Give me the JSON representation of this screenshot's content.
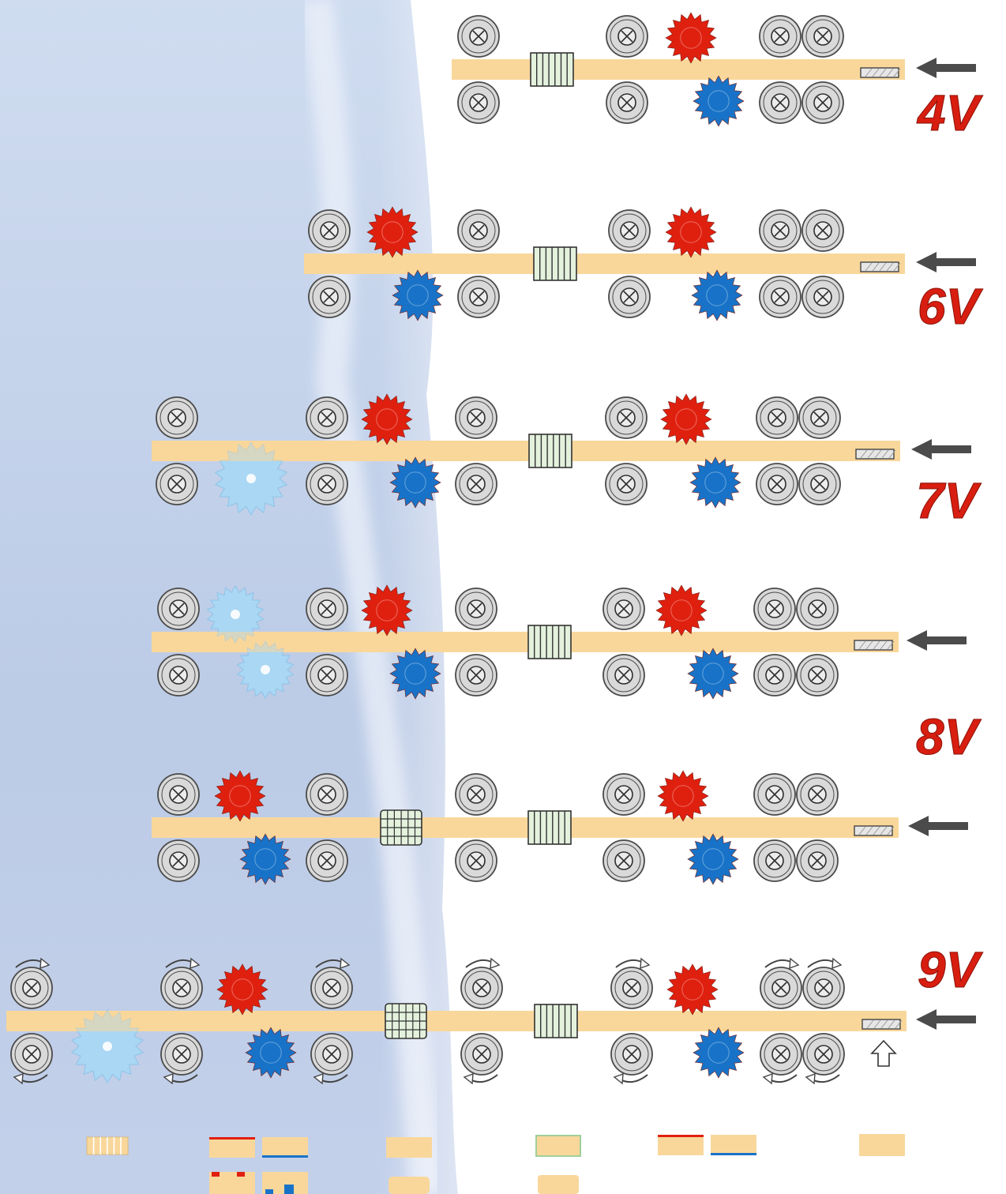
{
  "title": "",
  "colors": {
    "board": "#f9d79b",
    "roller_fill": "#d9d9da",
    "roller_stroke": "#4a4a4a",
    "top_cutter": "#e0200f",
    "bottom_cutter": "#1873c8",
    "saw": "#a9d7f4",
    "arrow": "#4b4b4b",
    "label": "#d81e10",
    "strip_red": "#e0200f",
    "strip_blue": "#1873c8",
    "sky_top": "#c9d8ef",
    "sky_bottom": "#aabfe0"
  },
  "icons": {
    "roller": "feed-roller-icon",
    "top_cutter": "top-cutter-icon",
    "bottom_cutter": "bottom-cutter-icon",
    "saw": "saw-blade-icon",
    "feed_arrow": "feed-direction-arrow-icon",
    "up_arrow": "up-arrow-icon",
    "rotation": "rotation-arrow-icon"
  },
  "configurations": [
    {
      "label": "4V"
    },
    {
      "label": "6V"
    },
    {
      "label": "7V"
    },
    {
      "label": "8V"
    },
    {
      "label": "9V"
    }
  ],
  "profiles_legend": [
    "infeed-straightener-profile",
    "top-and-bottom-planed-profile",
    "moulded-top-bottom-profile",
    "side-planed-profile",
    "side-moulded-profile",
    "top-and-bottom-finish-profile",
    "finished-board-profile"
  ]
}
